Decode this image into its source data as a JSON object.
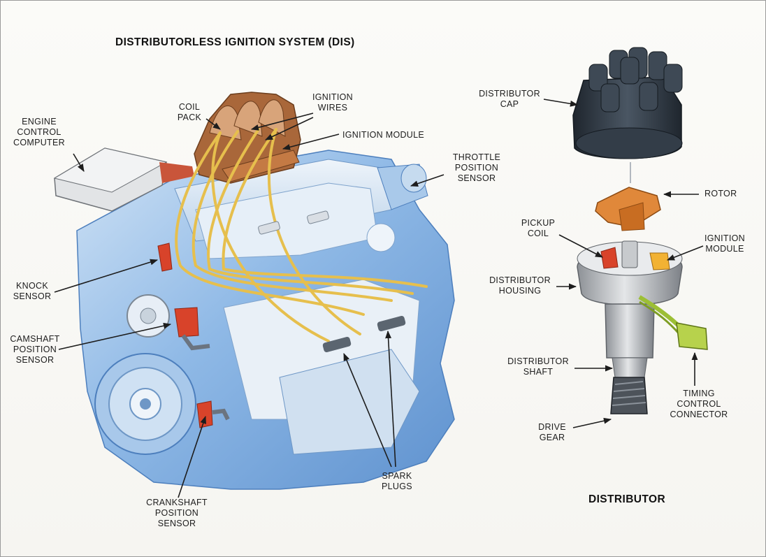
{
  "titles": {
    "dis": "DISTRIBUTORLESS IGNITION SYSTEM (DIS)",
    "distributor": "DISTRIBUTOR"
  },
  "dis_labels": {
    "engine_control_computer": [
      "ENGINE",
      "CONTROL",
      "COMPUTER"
    ],
    "coil_pack": [
      "COIL",
      "PACK"
    ],
    "ignition_wires": [
      "IGNITION",
      "WIRES"
    ],
    "ignition_module": "IGNITION MODULE",
    "throttle_position_sensor": [
      "THROTTLE",
      "POSITION",
      "SENSOR"
    ],
    "knock_sensor": [
      "KNOCK",
      "SENSOR"
    ],
    "camshaft_position_sensor": [
      "CAMSHAFT",
      "POSITION",
      "SENSOR"
    ],
    "crankshaft_position_sensor": [
      "CRANKSHAFT",
      "POSITION",
      "SENSOR"
    ],
    "spark_plugs": [
      "SPARK",
      "PLUGS"
    ]
  },
  "distributor_labels": {
    "distributor_cap": [
      "DISTRIBUTOR",
      "CAP"
    ],
    "rotor": "ROTOR",
    "pickup_coil": [
      "PICKUP",
      "COIL"
    ],
    "ignition_module": [
      "IGNITION",
      "MODULE"
    ],
    "distributor_housing": [
      "DISTRIBUTOR",
      "HOUSING"
    ],
    "distributor_shaft": [
      "DISTRIBUTOR",
      "SHAFT"
    ],
    "timing_control_connector": [
      "TIMING",
      "CONTROL",
      "CONNECTOR"
    ],
    "drive_gear": [
      "DRIVE",
      "GEAR"
    ]
  },
  "colors": {
    "engine_blue": "#8fb9e6",
    "engine_light": "#d8e8f6",
    "wire_yellow": "#f2d36a",
    "coil_orange": "#c77a3c",
    "sensor_red": "#d8432a",
    "rotor_orange": "#e0883a",
    "cap_dark": "#2c3540",
    "housing_grey": "#b9bcc0",
    "connector_green": "#9cbf35"
  }
}
